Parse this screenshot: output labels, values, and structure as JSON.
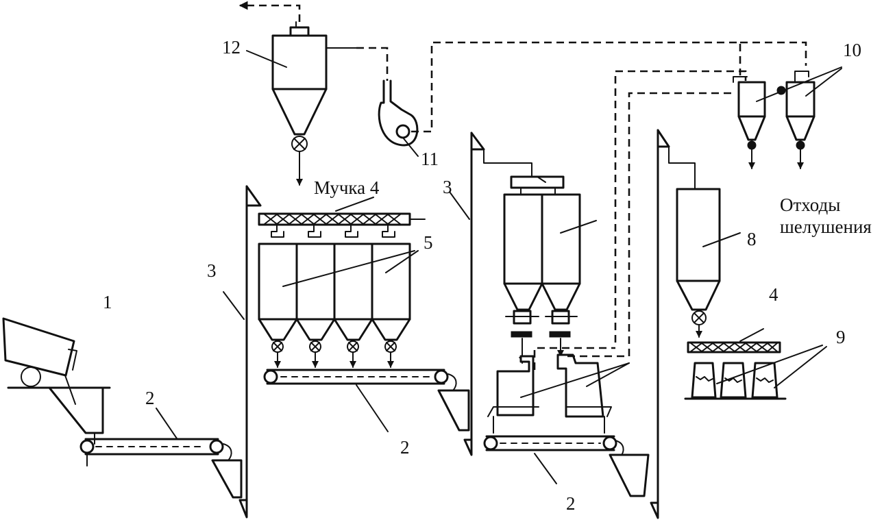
{
  "diagram": {
    "labels": {
      "n1": "1",
      "n2_a": "2",
      "n2_b": "2",
      "n2_c": "2",
      "n3_a": "3",
      "n3_b": "3",
      "n4_a": "Мучка 4",
      "n4_b": "4",
      "n5": "5",
      "n8": "8",
      "n9": "9",
      "n10": "10",
      "n11": "11",
      "n12": "12",
      "waste_line1": "Отходы",
      "waste_line2": "шелушения"
    }
  }
}
